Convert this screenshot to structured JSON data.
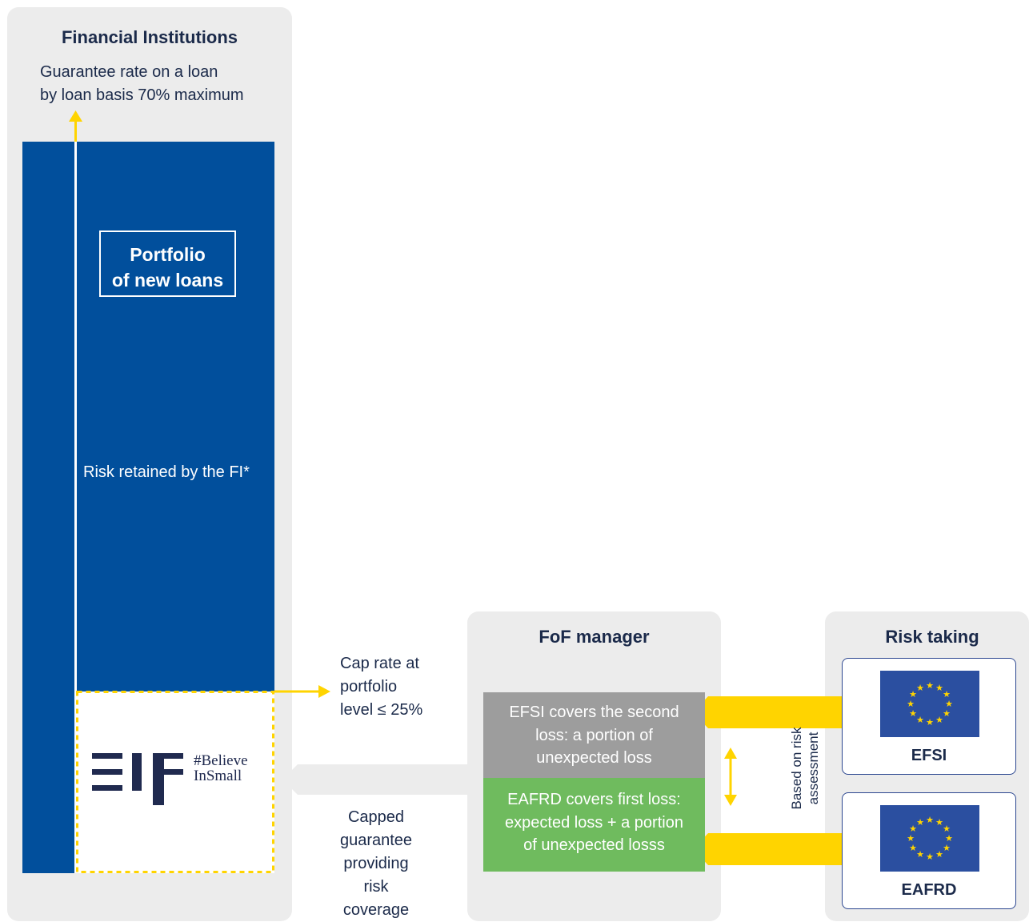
{
  "panels": {
    "fi_title": "Financial Institutions",
    "fof_title": "FoF manager",
    "risk_title": "Risk taking"
  },
  "fi": {
    "guarantee_line1": "Guarantee rate on a loan",
    "guarantee_line2": "by loan basis 70% maximum",
    "portfolio_line1": "Portfolio",
    "portfolio_line2": "of new loans",
    "risk_retained": "Risk retained by the FI*",
    "logo_text_line1": "#Believe",
    "logo_text_line2": "InSmall"
  },
  "cap": {
    "line1": "Cap rate at",
    "line2": "portfolio",
    "line3": "level ≤ 25%"
  },
  "capped": {
    "line1": "Capped",
    "line2": "guarantee",
    "line3": "providing",
    "line4": "risk",
    "line5": "coverage"
  },
  "fof": {
    "efsi_line1": "EFSI covers the second",
    "efsi_line2": "loss:  a portion of",
    "efsi_line3": "unexpected loss",
    "eafrd_line1": "EAFRD covers first loss:",
    "eafrd_line2": "expected loss + a portion",
    "eafrd_line3": "of unexpected losss",
    "based_line1": "Based on risk",
    "based_line2": "assessment"
  },
  "risk": {
    "efsi_label": "EFSI",
    "eafrd_label": "EAFRD"
  },
  "colors": {
    "navy_blue": "#014f9c",
    "yellow": "#ffd400",
    "grey_box": "#9d9d9d",
    "green_box": "#6fbb5e",
    "panel_grey": "#ececec",
    "eu_flag_blue": "#2b4fa0"
  }
}
